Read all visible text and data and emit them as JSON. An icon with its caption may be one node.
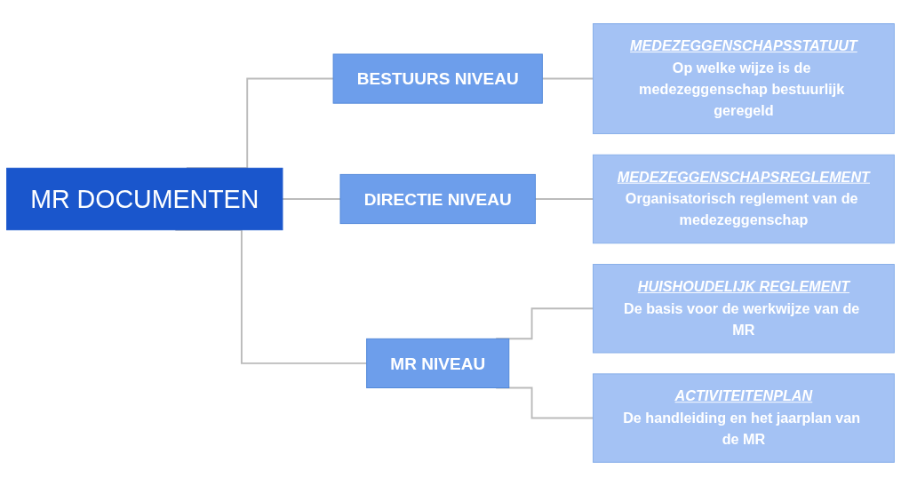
{
  "diagram": {
    "nodes": [
      {
        "text": [
          "MR DOCUMENTEN"
        ]
      },
      {
        "text": [
          "BESTUURS NIVEAU"
        ]
      },
      {
        "text": [
          "DIRECTIE NIVEAU"
        ]
      },
      {
        "text": [
          "MR NIVEAU"
        ]
      },
      {
        "text": [
          "MEDEZEGGENSCHAPSSTATUUT",
          "Op welke wijze is de medezeggenschap bestuurlijk geregeld"
        ]
      },
      {
        "text": [
          "MEDEZEGGENSCHAPSREGLEMENT",
          "Organisatorisch reglement van de medezeggenschap"
        ]
      },
      {
        "text": [
          "HUISHOUDELIJK REGLEMENT",
          "De basis voor de werkwijze van de MR"
        ]
      },
      {
        "text": [
          "ACTIVITEITENPLAN",
          "De handleiding en het jaarplan van de MR"
        ]
      }
    ],
    "edges": [
      {
        "from": 0,
        "to": 1,
        "arrow": "none"
      },
      {
        "from": 0,
        "to": 2,
        "arrow": "none"
      },
      {
        "from": 0,
        "to": 3,
        "arrow": "none"
      },
      {
        "from": 1,
        "to": 4,
        "arrow": "none"
      },
      {
        "from": 2,
        "to": 5,
        "arrow": "none"
      },
      {
        "from": 3,
        "to": 6,
        "arrow": "none"
      },
      {
        "from": 3,
        "to": 7,
        "arrow": "none"
      }
    ]
  }
}
